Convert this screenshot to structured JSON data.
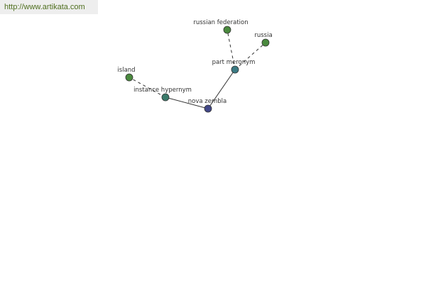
{
  "source_url": "http://www.artikata.com",
  "graph": {
    "nodes": [
      {
        "id": "nova-zembla",
        "label": "nova zembla",
        "kind": "center",
        "color": "#424888"
      },
      {
        "id": "part-meronym",
        "label": "part meronym",
        "kind": "relation",
        "color": "#3b7b84"
      },
      {
        "id": "instance-hypernym",
        "label": "instance hypernym",
        "kind": "relation",
        "color": "#3b7b6b"
      },
      {
        "id": "russian-federation",
        "label": "russian federation",
        "kind": "term",
        "color": "#4a8a3e"
      },
      {
        "id": "russia",
        "label": "russia",
        "kind": "term",
        "color": "#4a8a3e"
      },
      {
        "id": "island",
        "label": "island",
        "kind": "term",
        "color": "#4a8a3e"
      }
    ],
    "edges": [
      {
        "from": "nova-zembla",
        "to": "part-meronym",
        "style": "solid"
      },
      {
        "from": "nova-zembla",
        "to": "instance-hypernym",
        "style": "solid"
      },
      {
        "from": "part-meronym",
        "to": "russian-federation",
        "style": "dashed"
      },
      {
        "from": "part-meronym",
        "to": "russia",
        "style": "dashed"
      },
      {
        "from": "instance-hypernym",
        "to": "island",
        "style": "dashed"
      }
    ]
  }
}
